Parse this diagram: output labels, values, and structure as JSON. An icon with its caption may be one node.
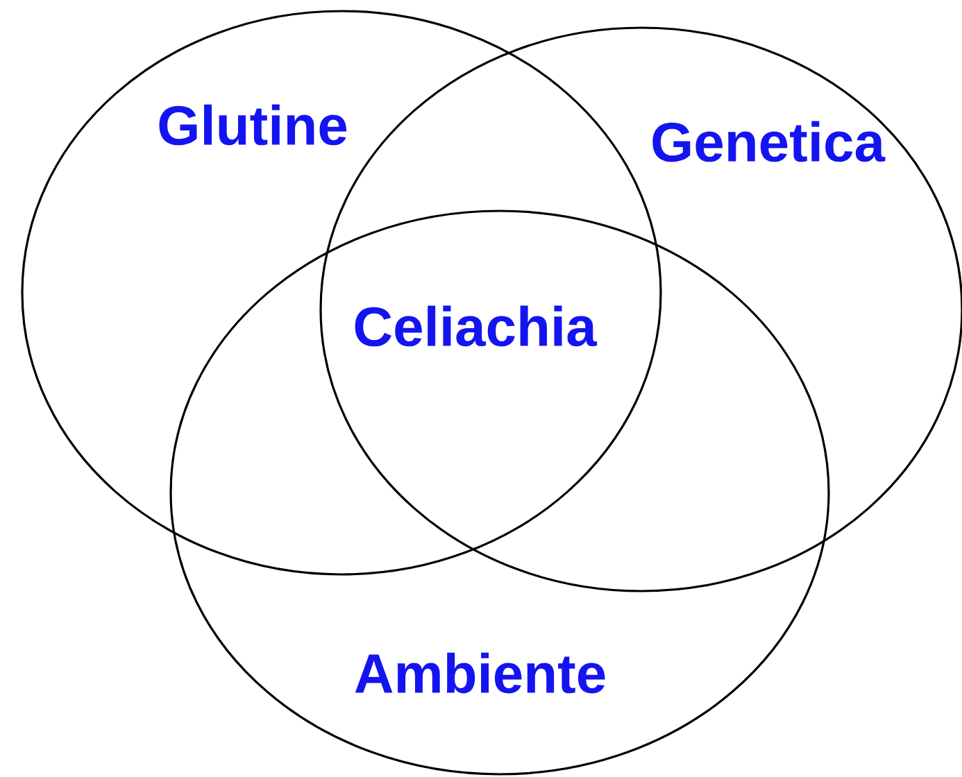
{
  "diagram": {
    "nodes": [
      {
        "text": [
          "Glutine"
        ]
      },
      {
        "text": [
          "Genetica"
        ]
      },
      {
        "text": [
          "Ambiente"
        ]
      }
    ],
    "labels": [
      "Celiachia"
    ]
  }
}
